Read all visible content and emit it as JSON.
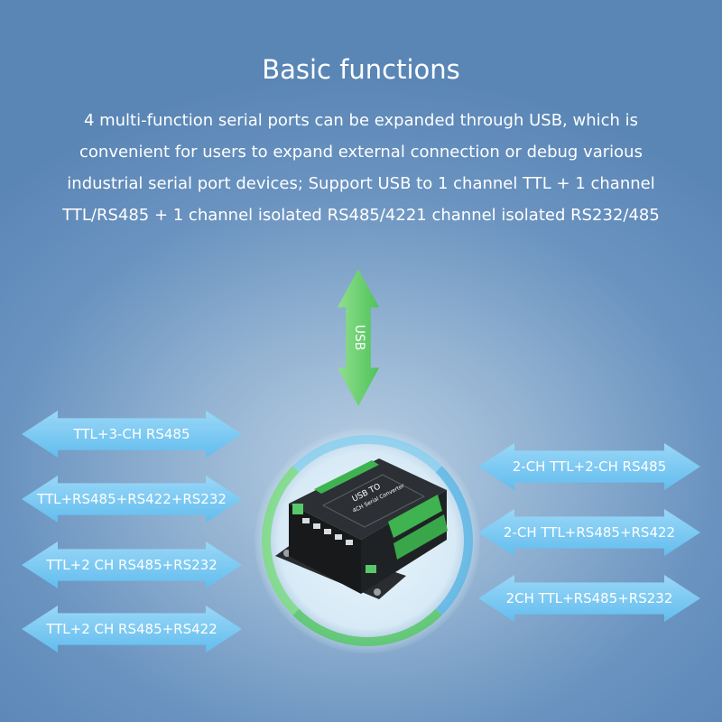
{
  "header": {
    "title": "Basic functions",
    "description_lines": [
      "4 multi-function serial ports can be expanded through USB, which is",
      "convenient for users to expand external connection or debug various",
      "industrial serial port devices; Support USB to 1 channel TTL + 1 channel",
      "TTL/RS485 + 1 channel isolated RS485/4221 channel isolated RS232/485"
    ]
  },
  "usb": {
    "label": "USB"
  },
  "left_arrows": [
    "TTL+3-CH RS485",
    "TTL+RS485+RS422+RS232",
    "TTL+2 CH RS485+RS232",
    "TTL+2 CH RS485+RS422"
  ],
  "right_arrows": [
    "2-CH TTL+2-CH RS485",
    "2-CH TTL+RS485+RS422",
    "2CH TTL+RS485+RS232"
  ],
  "device": {
    "label_line1": "USB TO",
    "label_line2": "4CH Serial Converter",
    "colors": {
      "body": "#1c1f22",
      "terminal": "#3fb34f",
      "accent": "#58c86a"
    }
  }
}
